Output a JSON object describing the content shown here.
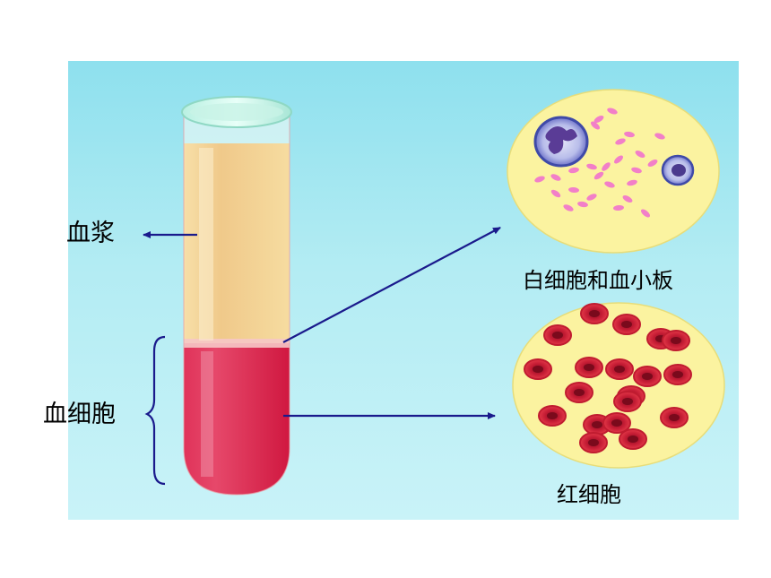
{
  "labels": {
    "plasma": "血浆",
    "blood_cells": "血细胞",
    "wbc_platelets": "白细胞和血小板",
    "rbc": "红细胞"
  },
  "colors": {
    "background_top": "#8ee0ee",
    "background_bottom": "#c9f3f8",
    "plasma": "#f2cc88",
    "cells_layer": "#d6204a",
    "circle_fill": "#fbf3a0",
    "arrow": "#1a1a8c",
    "platelet": "#f27fc8",
    "white_cell": "#6f74c9",
    "red_cell": "#d8283c"
  }
}
